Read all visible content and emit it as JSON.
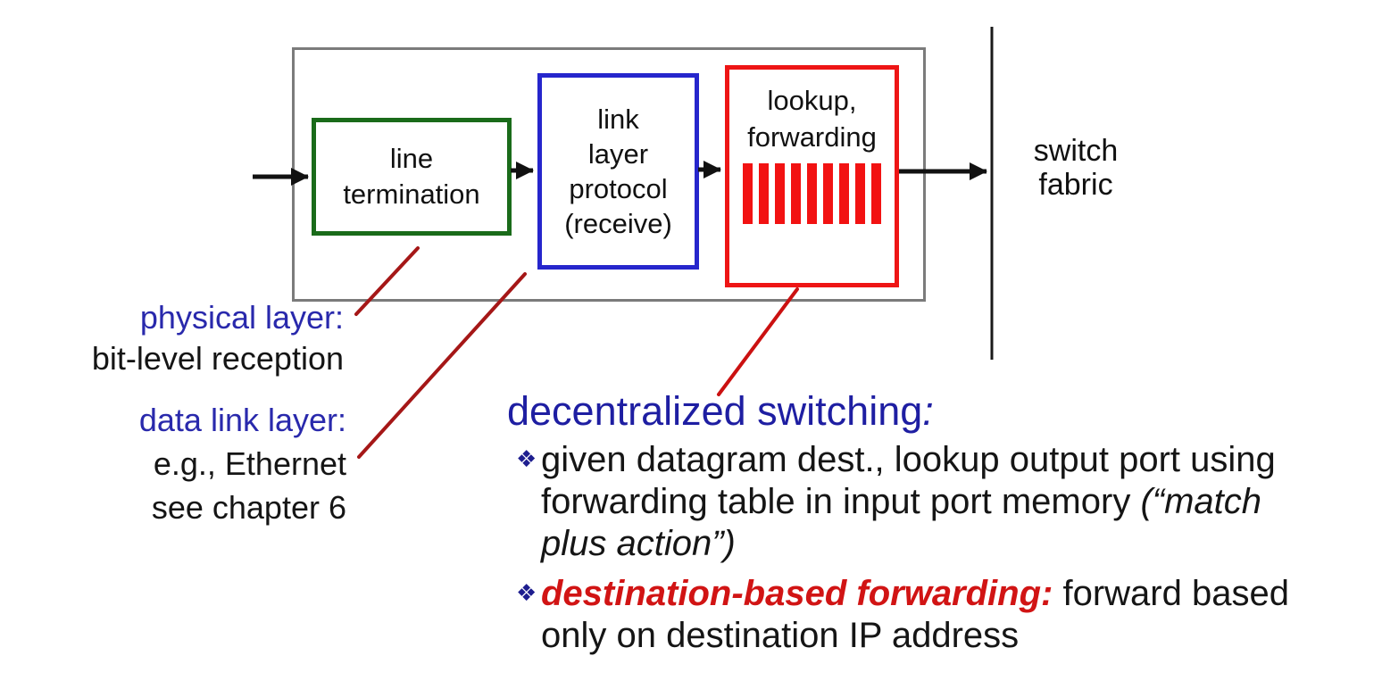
{
  "diagram": {
    "boxes": {
      "line_termination": {
        "label_lines": [
          "line",
          "termination"
        ],
        "border_color": "#1a6b1a"
      },
      "link_layer": {
        "label_lines": [
          "link",
          "layer",
          "protocol",
          "(receive)"
        ],
        "border_color": "#2626cc"
      },
      "lookup": {
        "label_lines": [
          "lookup,",
          "forwarding"
        ],
        "border_color": "#ee1515",
        "bars_count": 9,
        "bars_color": "#f21212"
      }
    },
    "switch_fabric_label_lines": [
      "switch",
      "fabric"
    ]
  },
  "annotations": {
    "physical": {
      "heading": "physical layer:",
      "body": "bit-level reception"
    },
    "datalink": {
      "heading": "data link layer:",
      "line1": "e.g., Ethernet",
      "line2": "see chapter 6"
    }
  },
  "notes": {
    "heading": "decentralized switching",
    "heading_colon": ":",
    "bullet_glyph": "❖",
    "bullets": [
      {
        "segments": [
          {
            "text": "given datagram dest., lookup output port using forwarding table in input port memory ",
            "style": "normal"
          },
          {
            "text": "(“match plus action”)",
            "style": "italic"
          }
        ]
      },
      {
        "segments": [
          {
            "text": "destination-based forwarding:",
            "style": "red-bold-italic"
          },
          {
            "text": " forward based only on destination IP address",
            "style": "normal"
          }
        ]
      }
    ]
  },
  "colors": {
    "heading_blue": "#1e1ea2",
    "label_blue": "#2929ac",
    "leader_line_dark_red": "#a51717",
    "leader_line_red": "#cb1111",
    "destination_red": "#d11414",
    "bullet_diamond_blue": "#1e1e8f",
    "container_gray": "#7b7b7b",
    "arrow_black": "#111111"
  }
}
